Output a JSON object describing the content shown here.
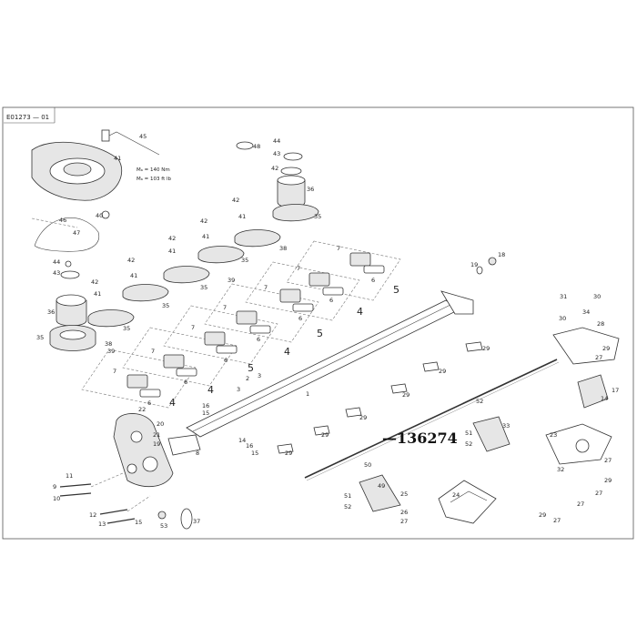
{
  "diagram": {
    "code": "E01273",
    "code_suffix": "— 01",
    "highlight_part_number": "—136274",
    "torque_specs": [
      "Mₐ = 140 Nm",
      "Mₐ = 103 ft lb"
    ],
    "group_numbers": [
      "4",
      "5",
      "4",
      "5",
      "4",
      "5",
      "4"
    ],
    "callouts": [
      "1",
      "2",
      "3",
      "4",
      "5",
      "6",
      "7",
      "8",
      "9",
      "10",
      "11",
      "12",
      "13",
      "14",
      "15",
      "16",
      "17",
      "18",
      "19",
      "20",
      "21",
      "22",
      "23",
      "24",
      "25",
      "26",
      "27",
      "28",
      "29",
      "30",
      "31",
      "32",
      "33",
      "34",
      "35",
      "36",
      "37",
      "38",
      "39",
      "40",
      "41",
      "42",
      "43",
      "44",
      "45",
      "46",
      "47",
      "48",
      "49",
      "50",
      "51",
      "52",
      "53"
    ]
  }
}
